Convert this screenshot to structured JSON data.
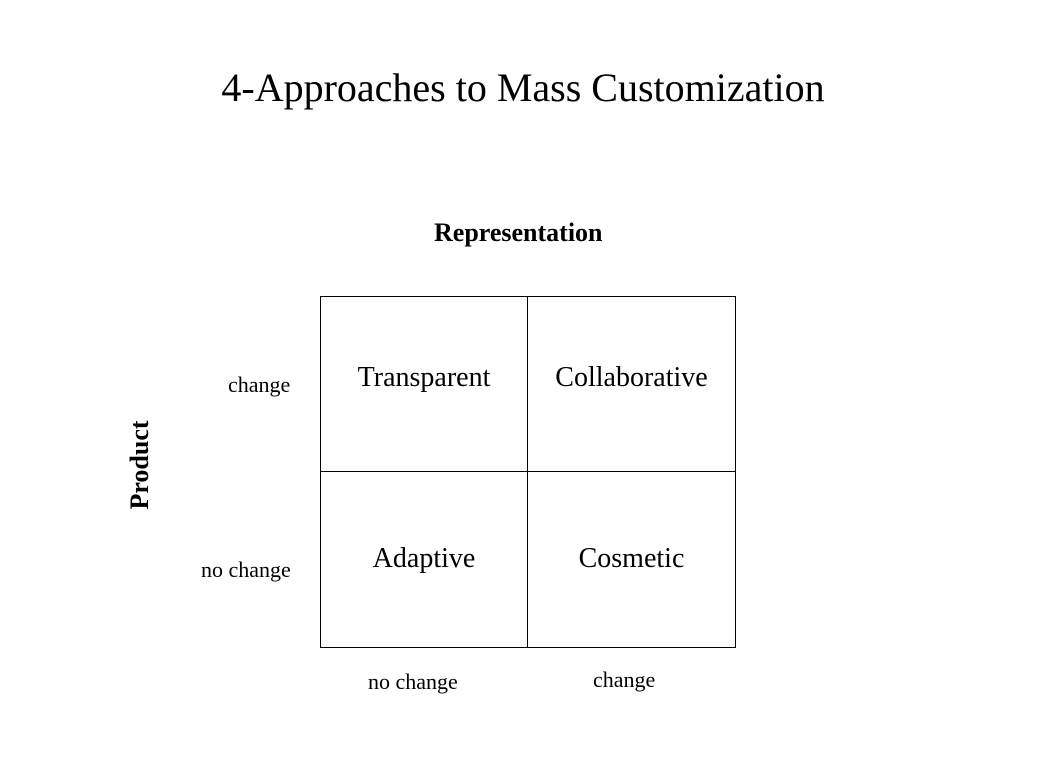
{
  "title": "4-Approaches to Mass Customization",
  "axes": {
    "columns": {
      "title": "Representation",
      "ticks": [
        "no change",
        "change"
      ]
    },
    "rows": {
      "title": "Product",
      "ticks": [
        "change",
        "no change"
      ]
    }
  },
  "matrix": {
    "top_left": "Transparent",
    "top_right": "Collaborative",
    "bottom_left": "Adaptive",
    "bottom_right": "Cosmetic"
  }
}
